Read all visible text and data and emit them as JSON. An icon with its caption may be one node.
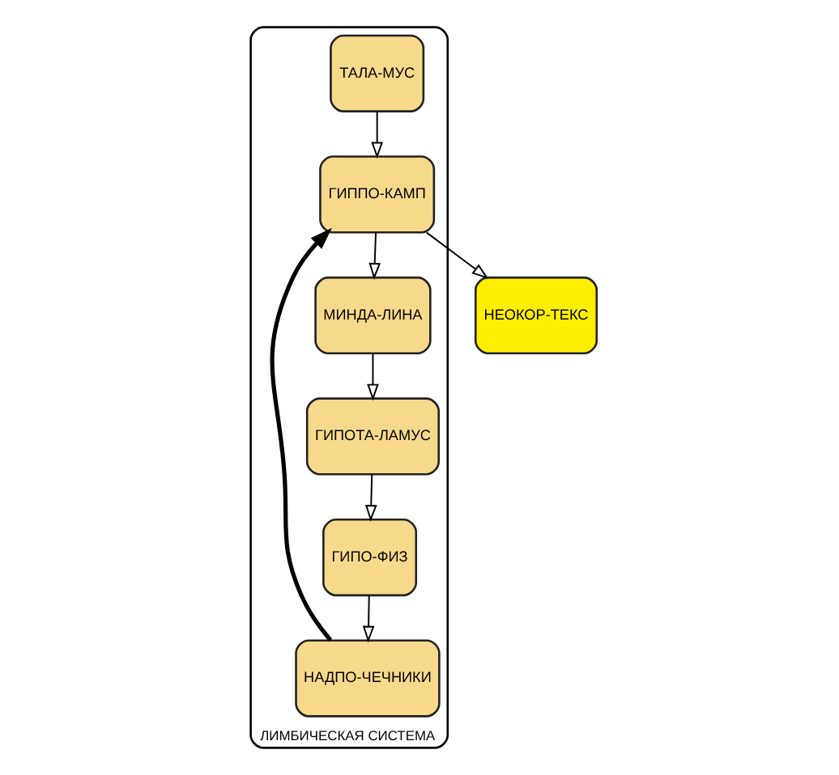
{
  "diagram": {
    "nodes": [
      {
        "text": [
          "ЛИМБИЧЕСКАЯ СИСТЕМА"
        ]
      },
      {
        "text": [
          "НЕОКОР-ТЕКС"
        ]
      },
      {
        "text": [
          "НАДПО-ЧЕЧНИКИ"
        ],
        "in": 0
      },
      {
        "text": [
          "ТАЛА-МУС"
        ],
        "in": 0
      },
      {
        "text": [
          "ГИППО-КАМП"
        ],
        "in": 0
      },
      {
        "text": [
          "ГИПО-ФИЗ"
        ],
        "in": 0
      },
      {
        "text": [
          "МИНДА-ЛИНА"
        ],
        "in": 0
      },
      {
        "text": [
          "ГИПОТА-ЛАМУС"
        ],
        "in": 0
      }
    ],
    "edges": [
      {
        "from": 3,
        "to": 4,
        "arrow": "to"
      },
      {
        "from": 4,
        "to": 1,
        "arrow": "to"
      },
      {
        "from": 4,
        "to": 6,
        "arrow": "to"
      },
      {
        "from": 6,
        "to": 7,
        "arrow": "to"
      },
      {
        "from": 7,
        "to": 5,
        "arrow": "to"
      },
      {
        "from": 5,
        "to": 2,
        "arrow": "to"
      },
      {
        "from": 2,
        "to": 4,
        "arrow": "to",
        "style": "thick"
      }
    ]
  }
}
